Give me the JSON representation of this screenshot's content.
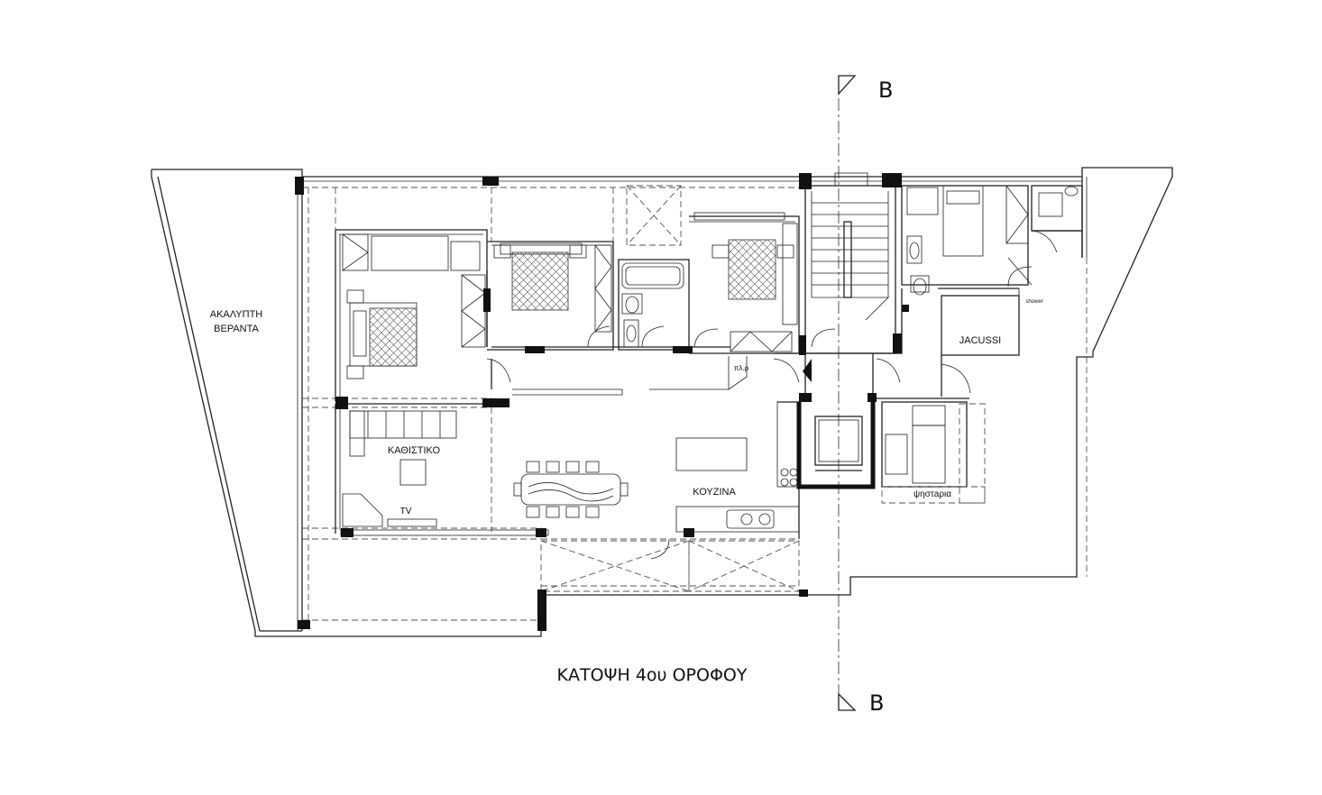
{
  "drawing": {
    "title": "ΚΑΤΟΨΗ 4ου  ΟΡΟΦΟΥ",
    "section_marker_top": "B",
    "section_marker_bottom": "B"
  },
  "rooms": {
    "veranda_line1": "ΑΚΑΛΥΠΤΗ",
    "veranda_line2": "ΒΕΡΑΝΤΑ",
    "living": "ΚΑΘΙΣΤΙΚΟ",
    "tv": "TV",
    "kitchen": "ΚΟΥΖΙΝΑ",
    "jacuzzi": "JACUSSI",
    "bbq": "ψηστaρια",
    "shower": "shower",
    "door_note": "πλ.ρ"
  },
  "colors": {
    "line": "#222222",
    "background": "#ffffff"
  }
}
